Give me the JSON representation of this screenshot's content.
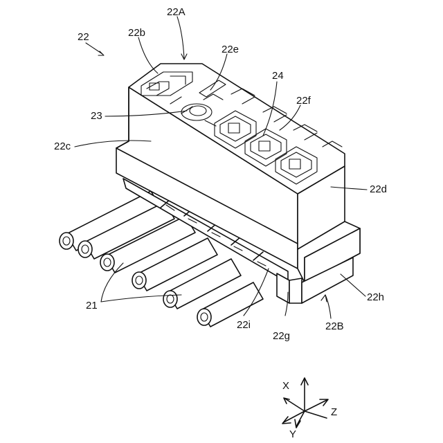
{
  "labels": {
    "connector": "22",
    "top_end": "22A",
    "top_b": "22b",
    "top_e": "22e",
    "bump": "23",
    "terminal_cavity": "24",
    "top_f": "22f",
    "side_c": "22c",
    "side_d": "22d",
    "wires": "21",
    "bottom_i": "22i",
    "bottom_g": "22g",
    "bottom_end": "22B",
    "flange_h": "22h"
  },
  "axes": {
    "x": "X",
    "y": "Y",
    "z": "Z"
  }
}
